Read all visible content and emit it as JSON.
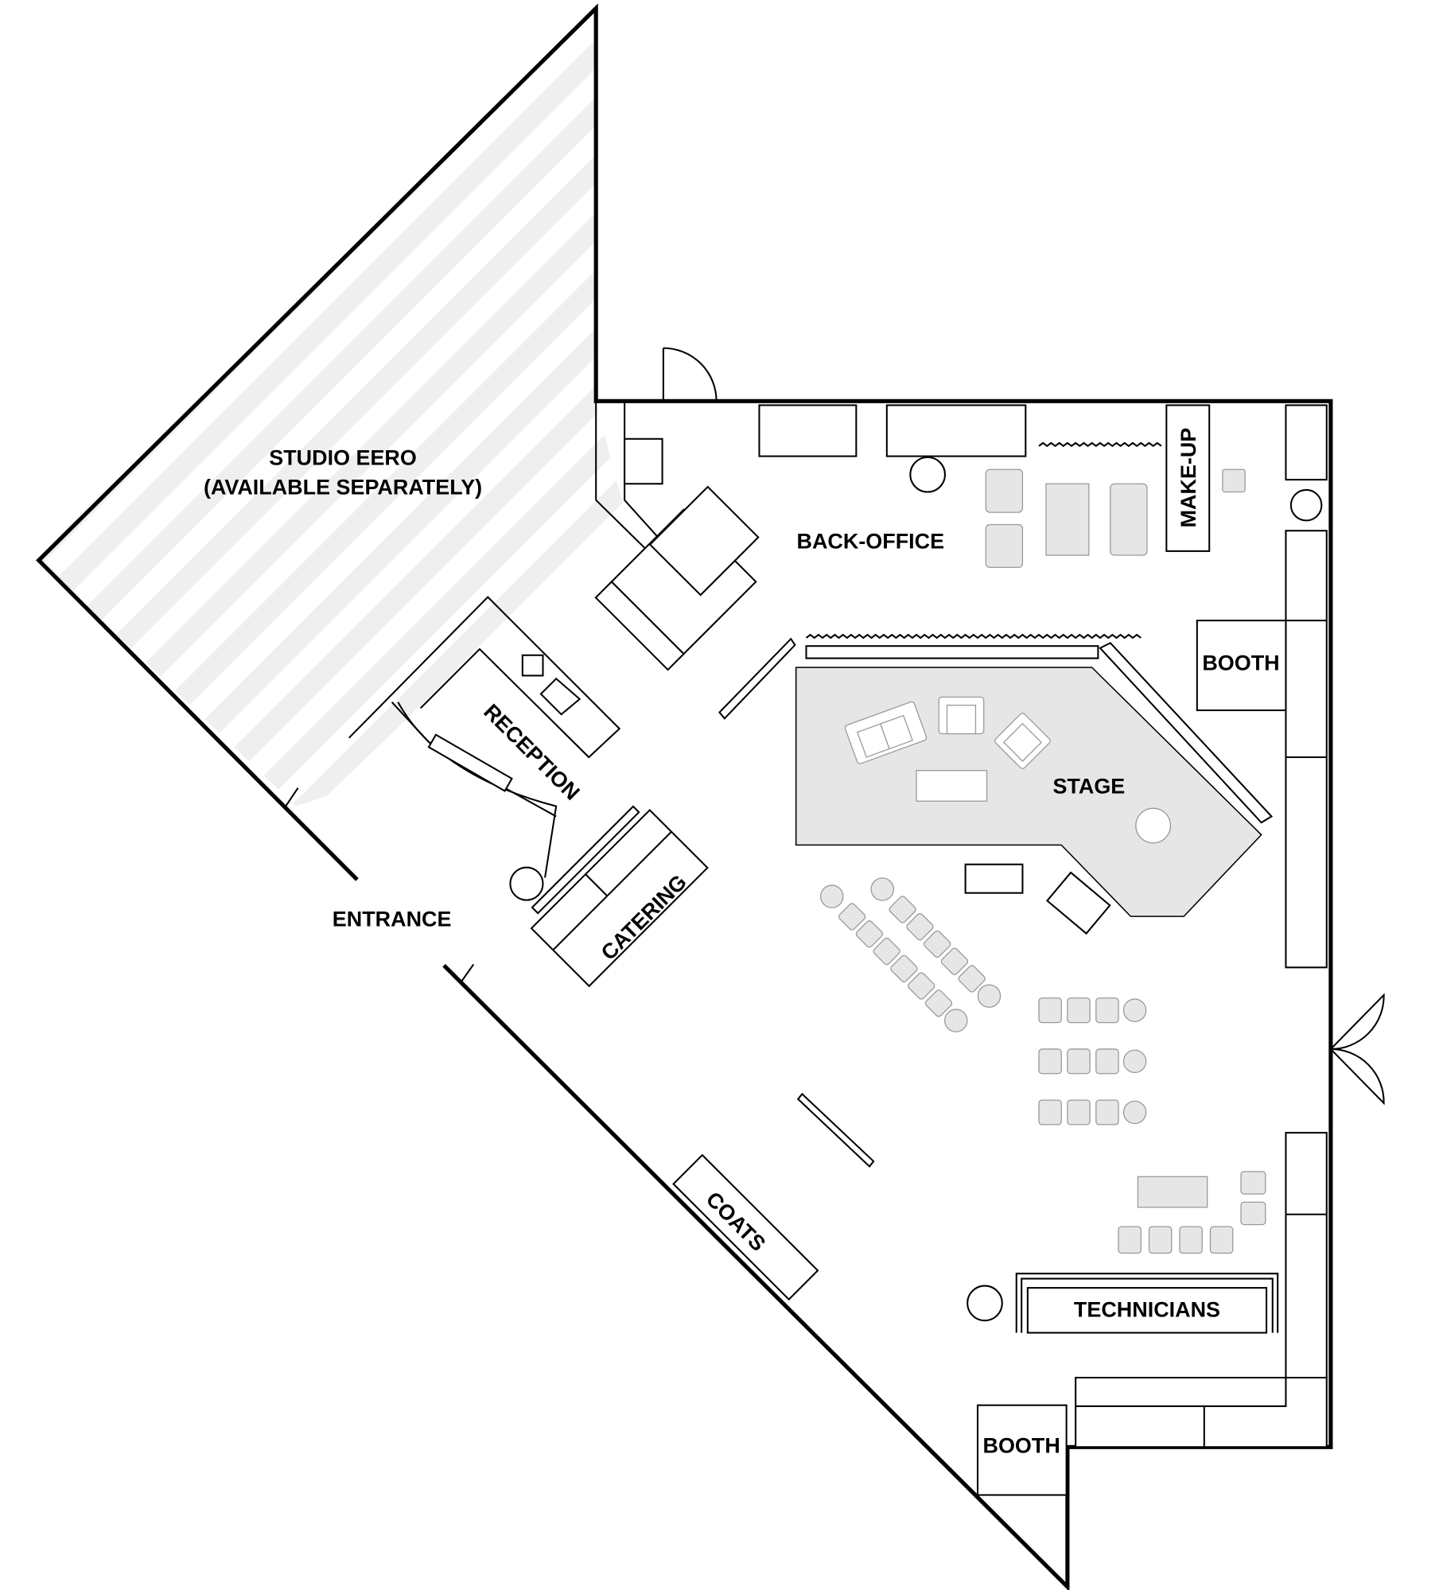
{
  "labels": {
    "studio_line1": "STUDIO EERO",
    "studio_line2": "(AVAILABLE SEPARATELY)",
    "back_office": "BACK-OFFICE",
    "make_up": "MAKE-UP",
    "booth_top": "BOOTH",
    "stage": "STAGE",
    "reception": "RECEPTION",
    "catering": "CATERING",
    "entrance": "ENTRANCE",
    "coats": "COATS",
    "technicians": "TECHNICIANS",
    "booth_bottom": "BOOTH"
  },
  "colors": {
    "wall": "#000000",
    "stage_fill": "#e6e6e6",
    "hatch": "#efefef",
    "furniture": "#e6e6e6"
  }
}
